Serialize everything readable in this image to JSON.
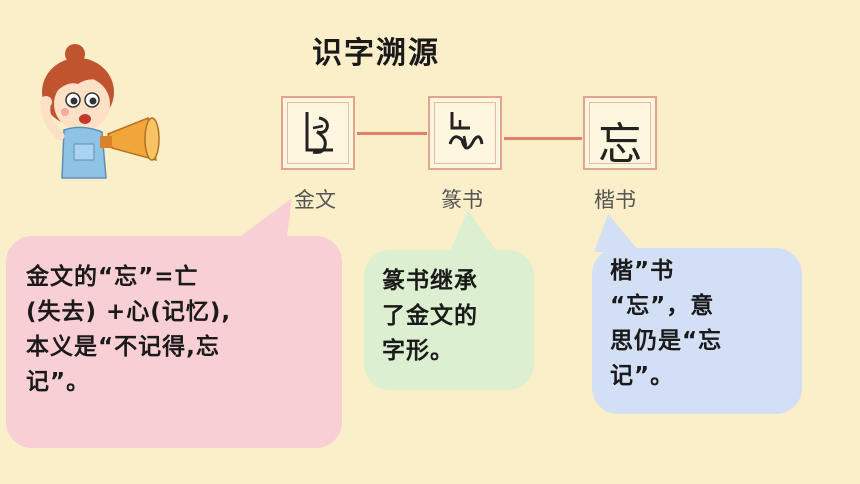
{
  "title": "识字溯源",
  "scripts": [
    {
      "label": "金文",
      "glyph": "seal-jin"
    },
    {
      "label": "篆书",
      "glyph": "seal-zhuan"
    },
    {
      "label": "楷书",
      "char": "忘"
    }
  ],
  "bubbles": {
    "jinwen": [
      "金文的“忘”=亡",
      "(失去) +心(记忆),",
      "本义是“不记得,忘",
      "记”。"
    ],
    "zhuanshu": [
      "篆书继承",
      "了金文的",
      "字形。"
    ],
    "kaishu": [
      "楷”书",
      "“忘”，意",
      "思仍是“忘",
      "记”。"
    ]
  },
  "colors": {
    "background": "#fbefc9",
    "connector": "#e0806a",
    "bubble_pink": "#f8cfd5",
    "bubble_green": "#dcefd0",
    "bubble_blue": "#d3dff5"
  },
  "icons": [
    "girl-with-megaphone-illustration"
  ]
}
